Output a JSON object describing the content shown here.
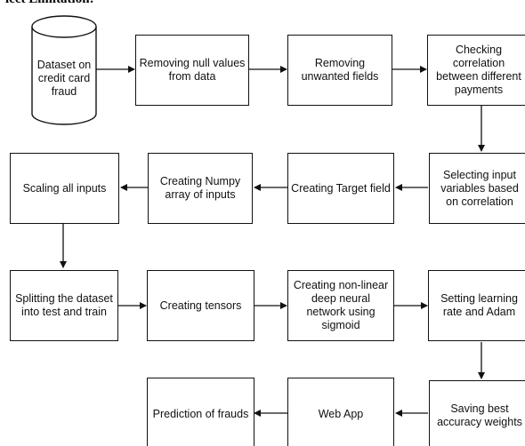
{
  "header_fragment": "lect Limitation:",
  "nodes": {
    "dataset": "Dataset on credit card fraud",
    "remove_null": "Removing null values from data",
    "remove_unwanted": "Removing unwanted fields",
    "check_correlation": "Checking correlation between different payments",
    "select_inputs": "Selecting input variables based on correlation",
    "target_field": "Creating Target field",
    "numpy_array": "Creating Numpy array of inputs",
    "scaling": "Scaling all inputs",
    "splitting": "Splitting the dataset into test and train",
    "tensors": "Creating tensors",
    "neural_network": "Creating non-linear deep neural network using sigmoid",
    "learning_rate": "Setting learning rate and Adam",
    "saving_weights": "Saving best accuracy weights",
    "web_app": "Web App",
    "prediction": "Prediction of frauds"
  },
  "colors": {
    "stroke": "#111111",
    "background": "#ffffff"
  }
}
